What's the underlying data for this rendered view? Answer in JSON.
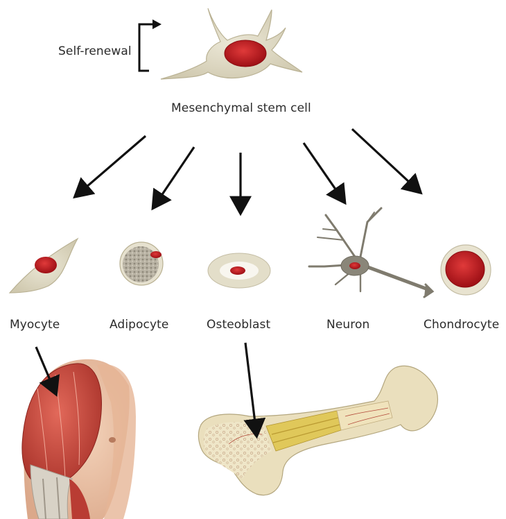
{
  "diagram": {
    "source_label": "Mesenchymal stem cell",
    "loop_label": "Self-renewal",
    "cell_types": [
      {
        "label": "Myocyte",
        "icon": "spindle-cell-icon"
      },
      {
        "label": "Adipocyte",
        "icon": "fat-cell-icon"
      },
      {
        "label": "Osteoblast",
        "icon": "bone-cell-icon"
      },
      {
        "label": "Neuron",
        "icon": "neuron-icon"
      },
      {
        "label": "Chondrocyte",
        "icon": "cartilage-cell-icon"
      }
    ],
    "tissues": [
      {
        "icon": "arm-muscle-icon"
      },
      {
        "icon": "femur-bone-icon"
      }
    ],
    "colors": {
      "nucleus": "#b8141c",
      "cell_body": "#ddd8c4",
      "cell_outline": "#c4bda4",
      "arrow": "#111111",
      "muscle": "#c8493e",
      "bone": "#e9dfbd"
    }
  }
}
